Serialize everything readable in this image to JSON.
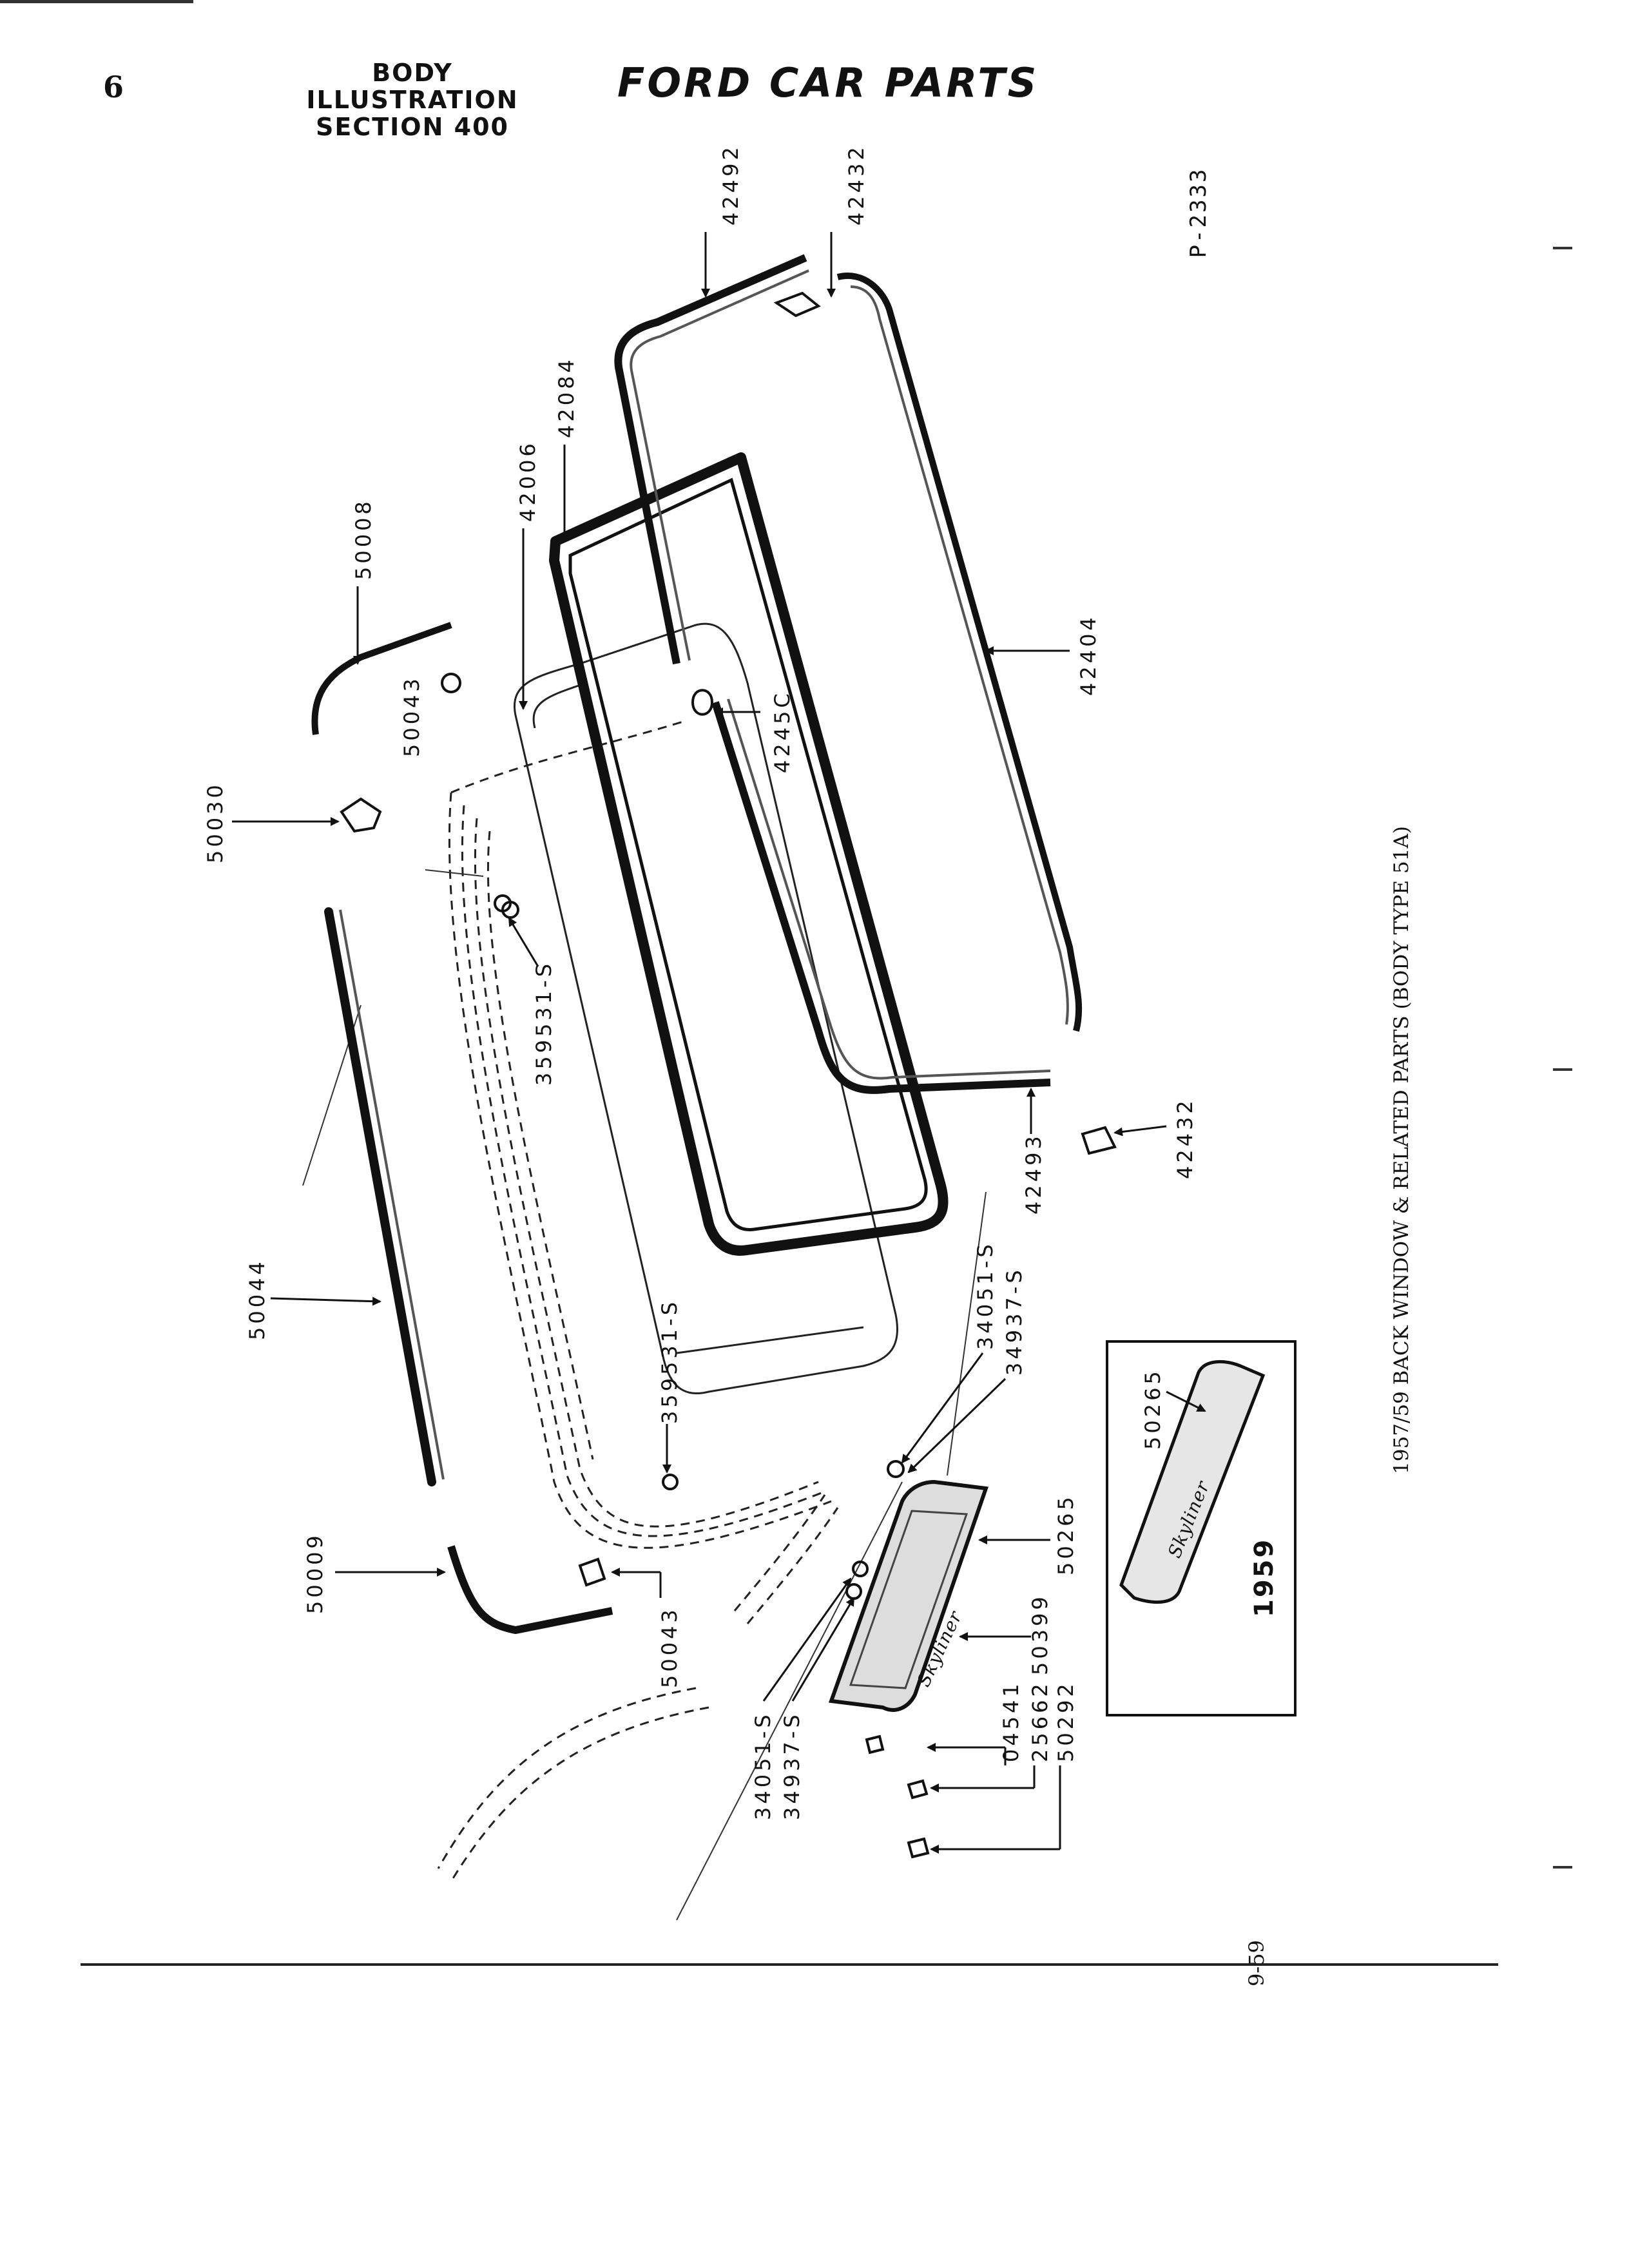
{
  "header": {
    "page_number": "6",
    "section_line1": "BODY ILLUSTRATION",
    "section_line2": "SECTION 400",
    "brand_title": "FORD CAR PARTS"
  },
  "plate_code": "P-2333",
  "caption": "1957/59 BACK WINDOW & RELATED PARTS (BODY TYPE 51A)",
  "print_date": "9-59",
  "inset": {
    "year": "1959",
    "part_number": "50265",
    "script_text": "Skyliner"
  },
  "part_callouts": {
    "p42492": "42492",
    "p42432_top": "42432",
    "p42084": "42084",
    "p42006": "42006",
    "p50008": "50008",
    "p50043_top": "50043",
    "p42450": "4245C",
    "p42404": "42404",
    "p50030": "50030",
    "p359531_upper": "359531-S",
    "p50044": "50044",
    "p42493": "42493",
    "p42432_bottom": "42432",
    "p359531_lower": "359531-S",
    "p34051_right": "34051-S",
    "p34937_right": "34937-S",
    "p50265": "50265",
    "p50399": "50399",
    "p50009": "50009",
    "p50043_bottom": "50043",
    "p34051_left": "34051-S",
    "p34937_left": "34937-S",
    "p04541": "04541",
    "p25662": "25662",
    "p50292": "50292"
  },
  "emblem_script": "Skyliner",
  "colors": {
    "ink": "#111111",
    "paper": "#ffffff"
  }
}
